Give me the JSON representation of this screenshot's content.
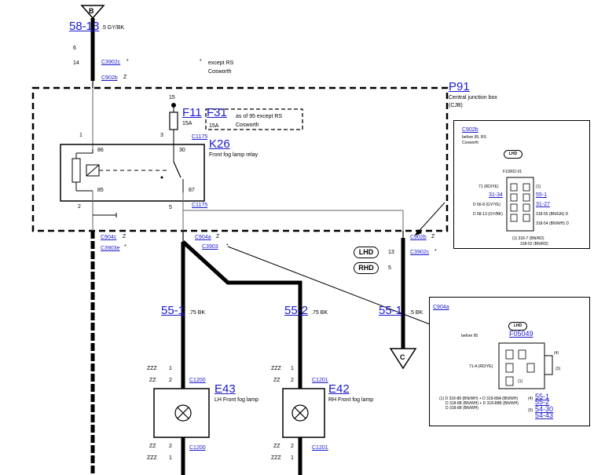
{
  "connectors": {
    "top_b": "B",
    "bottom_c": "C"
  },
  "wire_top": {
    "ref": "58-13",
    "size_color": ".5 GY/BK",
    "num_6": "6",
    "num_14": "14",
    "c3902c": "C3902c",
    "star": "*",
    "except_star": "*",
    "except_text": "except RS",
    "except_text2": "Cosworth",
    "c902b": "C902b",
    "z": "Z"
  },
  "cjb": {
    "ref": "P91",
    "label1": "Central junction box",
    "label2": "(CJB)"
  },
  "fuses": {
    "num_15": "15",
    "f11": "F11",
    "f31": "F31",
    "amp1": "15A",
    "amp2": "15A",
    "note1": "as of 95 except RS",
    "note2": "Cosworth"
  },
  "relay": {
    "ref": "K26",
    "label": "Front fog lamp relay",
    "pin_1": "1",
    "pin_3": "3",
    "pin_86": "86",
    "pin_30": "30",
    "pin_85": "85",
    "pin_87": "87",
    "pin_2": "2",
    "pin_5": "5",
    "c1175_top": "C1175",
    "c1175_bot": "C1175"
  },
  "below_cjb": {
    "c904c": "C904c",
    "z1": "Z",
    "c3903e": "C3903e",
    "star1": "*",
    "c904a": "C904a",
    "z2": "Z",
    "c3903": "C3903",
    "star2": "*",
    "c902b": "C902b",
    "z3": "Z",
    "c3902c": "C3902c",
    "star3": "*"
  },
  "pills": {
    "lhd": "LHD",
    "lhd_num": "13",
    "rhd": "RHD",
    "rhd_num": "5"
  },
  "wires": {
    "w1_ref": "55-1",
    "w1_size": ".75 BK",
    "w2_ref": "55-2",
    "w2_size": ".75 BK",
    "w3_ref": "55-1",
    "w3_size": ".5 BK"
  },
  "lamps": {
    "zzz1": "ZZZ",
    "one1": "1",
    "zz1": "ZZ",
    "two1": "2",
    "c1200": "C1200",
    "e43": "E43",
    "e43_label": "LH Front fog lamp",
    "zz1b": "ZZ",
    "two1b": "2",
    "zzz1b": "ZZZ",
    "one1b": "1",
    "c1200b": "C1200",
    "zzz2": "ZZZ",
    "one2": "1",
    "zz2": "ZZ",
    "two2": "2",
    "c1201": "C1201",
    "e42": "E42",
    "e42_label": "RH Front fog lamp",
    "zz2b": "ZZ",
    "two2b": "2",
    "zzz2b": "ZZZ",
    "one2b": "1",
    "c1201b": "C1201"
  },
  "inset1": {
    "title": "C902b",
    "sub1": "before 95, RS",
    "sub2": "Cosworth",
    "lhd": "LHD",
    "part": "F10002-01",
    "l1": "71 (RD/YE)",
    "l2": "31-34",
    "l3": "D 56-8 (GY/YE)",
    "l4": "D 58-13 (GY/BK)",
    "r1": "(1)",
    "r2": "55-1",
    "r3": "31-27",
    "r4": "318-55 (BN/GN) D",
    "r5": "318-54 (BN/WH) D",
    "f1": "(1)  318-7 (BN/RD)",
    "f2": "318-52 (BN/RD)"
  },
  "inset2": {
    "title": "C904a",
    "lhd": "LHD",
    "before": "before 95",
    "part": "F05049",
    "left": "71-A (RD/YE)",
    "p4": "(4)",
    "p3": "(3)",
    "p1": "(1)",
    "f1": "(1)  D 318-88 (BN/WH) + D 318-88A (BN/WH)",
    "f2": "D 318-88 (BN/WH) + D 318-88B (BN/WH)",
    "f3": "D 318-88 (BN/WH)",
    "n4": "(4)",
    "n5": "(5)",
    "r1": "55-1",
    "r2": "55-2",
    "r3": "54-30",
    "r4": "54-43"
  },
  "colors": {
    "link": "#1a1acc",
    "line": "#000000",
    "thin_wire": "#555555"
  }
}
